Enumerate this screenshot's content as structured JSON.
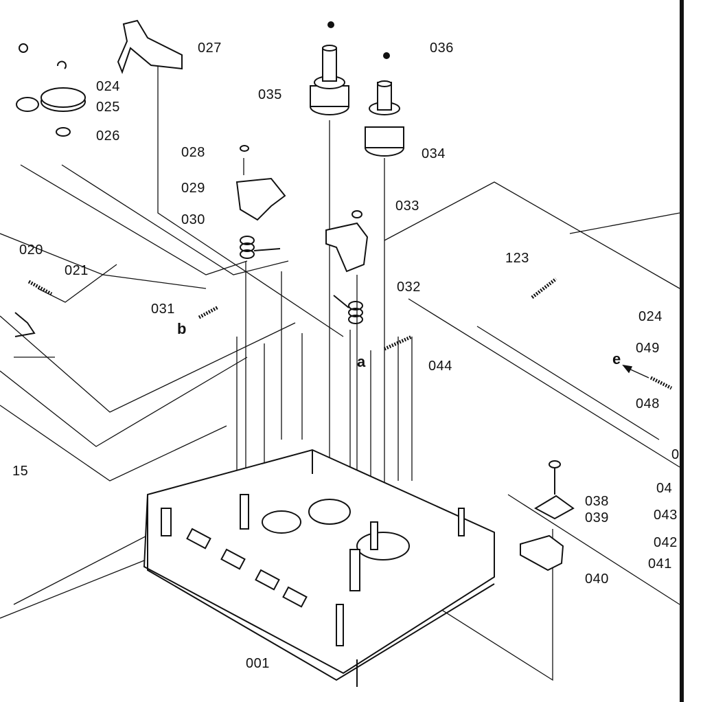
{
  "diagram": {
    "labels": {
      "p001": "001",
      "p015": "15",
      "p020": "020",
      "p021": "021",
      "p024": "024",
      "p024b": "024",
      "p025": "025",
      "p026": "026",
      "p027": "027",
      "p028": "028",
      "p029": "029",
      "p030": "030",
      "p031": "031",
      "p032": "032",
      "p033": "033",
      "p034": "034",
      "p035": "035",
      "p036": "036",
      "p038": "038",
      "p039": "039",
      "p040": "040",
      "p041": "041",
      "p042": "042",
      "p043": "043",
      "p04x": "04",
      "p0x": "0",
      "p044": "044",
      "p048": "048",
      "p049": "049",
      "p123": "123",
      "a": "a",
      "b": "b",
      "e": "e"
    },
    "colors": {
      "ink": "#111111",
      "paper": "#ffffff"
    }
  }
}
